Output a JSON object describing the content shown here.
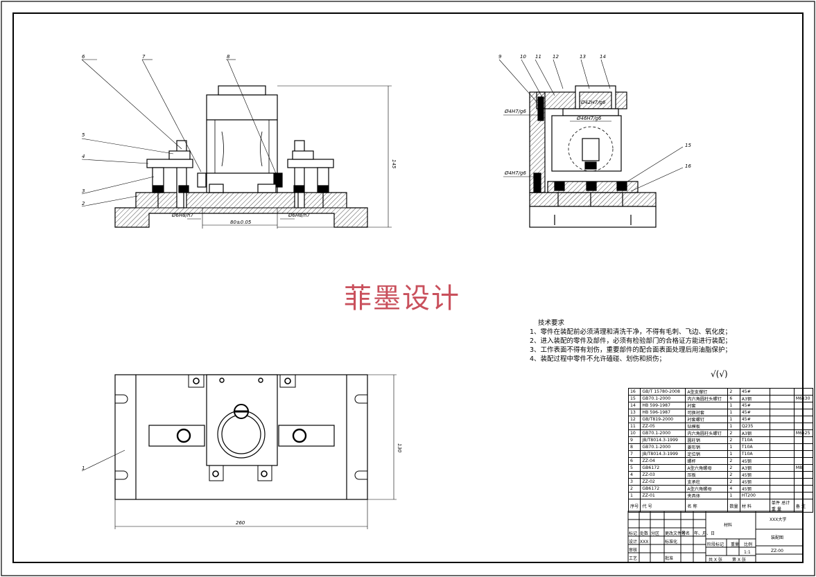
{
  "watermark": "菲墨设计",
  "roughness": "√(√)",
  "tech_requirements": {
    "title": "技术要求",
    "items": [
      "1、零件在装配前必须清理和清洗干净，不得有毛刺、飞边、氧化皮；",
      "2、进入装配的零件及部件，必须有检验部门的合格证方能进行装配；",
      "3、工作表面不得有划伤，重要部件的配合面表面处理后用油脂保护；",
      "4、装配过程中零件不允许磕碰、划伤和损伤；"
    ]
  },
  "part_callouts": {
    "front": [
      "6",
      "7",
      "8",
      "5",
      "4",
      "3",
      "2"
    ],
    "side": [
      "9",
      "10",
      "11",
      "12",
      "13",
      "14",
      "15",
      "16"
    ],
    "top": [
      "1"
    ]
  },
  "dimensions": {
    "front_height": "145",
    "front_fit_left": "Ø6H8/h7",
    "front_fit_right": "Ø6H8/h7",
    "front_center": "80±0.05",
    "side_fit_1": "Ø4H7/g6",
    "side_fit_2": "Ø42H7/g6",
    "side_fit_3": "Ø46H7/g6",
    "side_fit_4": "Ø4H7/g6",
    "top_width": "260",
    "top_height": "130"
  },
  "bom": {
    "rows": [
      {
        "no": "16",
        "code": "GB/T 15780-2008",
        "name": "A型支撑钉",
        "qty": "2",
        "mat": "45#",
        "note": ""
      },
      {
        "no": "15",
        "code": "GB70.1-2000",
        "name": "内六角圆柱头螺钉",
        "qty": "6",
        "mat": "A3钢",
        "note": "M6x30"
      },
      {
        "no": "14",
        "code": "HB 599-1987",
        "name": "衬套",
        "qty": "1",
        "mat": "45#",
        "note": ""
      },
      {
        "no": "13",
        "code": "HB 596-1987",
        "name": "可换衬套",
        "qty": "1",
        "mat": "45#",
        "note": ""
      },
      {
        "no": "12",
        "code": "GB/T819-2000",
        "name": "衬套螺钉",
        "qty": "1",
        "mat": "45#",
        "note": ""
      },
      {
        "no": "11",
        "code": "ZZ-05",
        "name": "钻模板",
        "qty": "1",
        "mat": "Q235",
        "note": ""
      },
      {
        "no": "10",
        "code": "GB70.1-2000",
        "name": "内六角圆柱头螺钉",
        "qty": "2",
        "mat": "A3钢",
        "note": "M6x25"
      },
      {
        "no": "9",
        "code": "JB/T8014.3-1999",
        "name": "圆柱销",
        "qty": "2",
        "mat": "T10A",
        "note": ""
      },
      {
        "no": "8",
        "code": "GB70.1-2000",
        "name": "菱形销",
        "qty": "1",
        "mat": "T10A",
        "note": ""
      },
      {
        "no": "7",
        "code": "JB/T8014.3-1999",
        "name": "定位销",
        "qty": "1",
        "mat": "T10A",
        "note": ""
      },
      {
        "no": "6",
        "code": "ZZ-04",
        "name": "螺杆",
        "qty": "2",
        "mat": "45钢",
        "note": ""
      },
      {
        "no": "5",
        "code": "GB6172",
        "name": "A型六角螺母",
        "qty": "2",
        "mat": "A3钢",
        "note": "M8"
      },
      {
        "no": "4",
        "code": "ZZ-03",
        "name": "压板",
        "qty": "2",
        "mat": "45钢",
        "note": ""
      },
      {
        "no": "3",
        "code": "ZZ-02",
        "name": "支承柱",
        "qty": "2",
        "mat": "45钢",
        "note": ""
      },
      {
        "no": "2",
        "code": "GB6172",
        "name": "A型六角螺母",
        "qty": "4",
        "mat": "45钢",
        "note": ""
      },
      {
        "no": "1",
        "code": "ZZ-01",
        "name": "夹具体",
        "qty": "1",
        "mat": "HT200",
        "note": ""
      }
    ],
    "header": {
      "no": "序号",
      "code": "代 号",
      "name": "名 称",
      "qty": "数量",
      "mat": "材 料",
      "unit_w": "单件",
      "total_w": "总计",
      "weight": "重 量",
      "note": "备 注"
    }
  },
  "title_block": {
    "company": "XXX大学",
    "drawing_name": "装配图",
    "drawing_no": "ZZ-00",
    "material_label": "材料",
    "stage_label": "阶段标记",
    "weight_label": "重量",
    "scale_label": "比例",
    "scale": "1:1",
    "sheets_total": "共 X 张",
    "sheet_no": "第 X 张",
    "row_labels": [
      "标记",
      "处数",
      "分区",
      "更改文件号",
      "签名",
      "年、月、日"
    ],
    "design": "设计",
    "design_name": "XXX",
    "standardize": "标准化",
    "check": "审核",
    "process": "工艺",
    "approve": "批准"
  }
}
